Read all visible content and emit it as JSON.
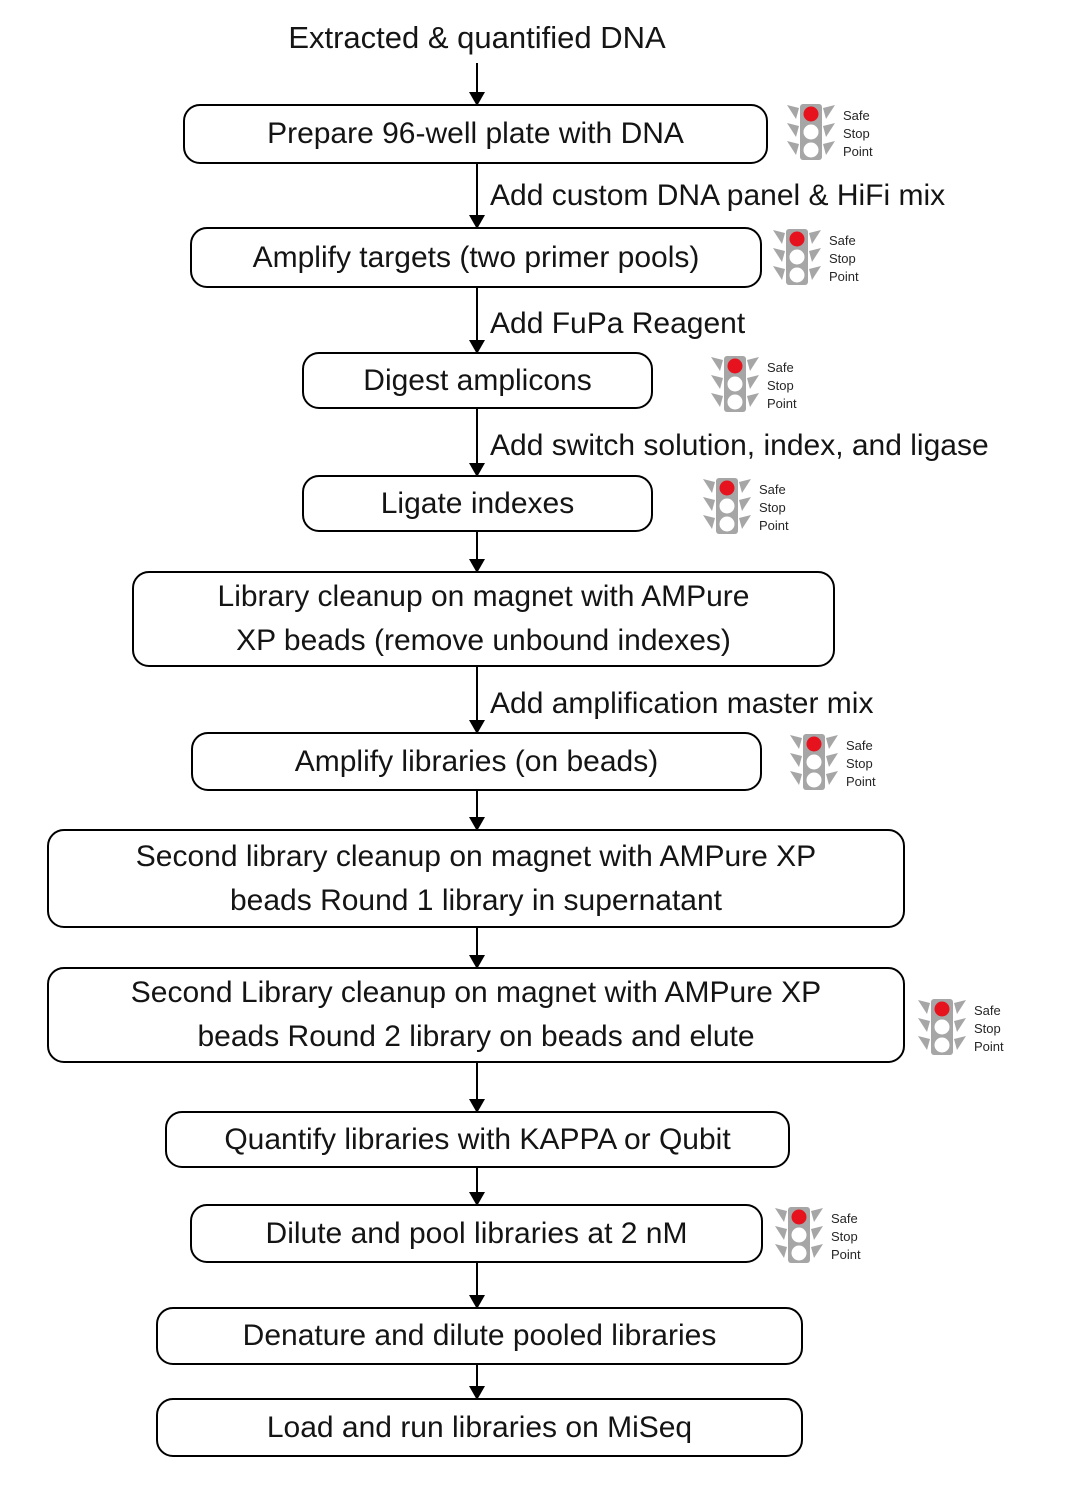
{
  "diagram": {
    "start": "Extracted & quantified DNA",
    "safe_stop": {
      "line1": "Safe",
      "line2": "Stop",
      "line3": "Point"
    },
    "colors": {
      "signal_red": "#e6131f",
      "signal_body_gray": "#a6a6a6",
      "box_border_black": "#000000"
    },
    "steps": [
      {
        "label": "Prepare 96-well plate with DNA",
        "safe_stop_point": true,
        "incoming_arrow_label": ""
      },
      {
        "label": "Amplify targets (two primer pools)",
        "safe_stop_point": true,
        "incoming_arrow_label": "Add custom DNA panel & HiFi mix"
      },
      {
        "label": "Digest amplicons",
        "safe_stop_point": true,
        "incoming_arrow_label": "Add FuPa Reagent"
      },
      {
        "label": "Ligate indexes",
        "safe_stop_point": true,
        "incoming_arrow_label": "Add switch solution, index, and ligase"
      },
      {
        "label": "Library cleanup on magnet with AMPure\nXP beads (remove unbound indexes)",
        "safe_stop_point": false,
        "incoming_arrow_label": ""
      },
      {
        "label": "Amplify libraries (on beads)",
        "safe_stop_point": true,
        "incoming_arrow_label": "Add amplification master mix"
      },
      {
        "label": "Second library cleanup on magnet with AMPure XP\nbeads Round 1 library in supernatant",
        "safe_stop_point": false,
        "incoming_arrow_label": ""
      },
      {
        "label": "Second Library cleanup on magnet with AMPure XP\nbeads Round 2 library on beads and elute",
        "safe_stop_point": true,
        "incoming_arrow_label": ""
      },
      {
        "label": "Quantify libraries with KAPPA or Qubit",
        "safe_stop_point": false,
        "incoming_arrow_label": ""
      },
      {
        "label": "Dilute and pool libraries at 2 nM",
        "safe_stop_point": true,
        "incoming_arrow_label": ""
      },
      {
        "label": "Denature and dilute pooled libraries",
        "safe_stop_point": false,
        "incoming_arrow_label": ""
      },
      {
        "label": "Load and run libraries on MiSeq",
        "safe_stop_point": false,
        "incoming_arrow_label": ""
      }
    ]
  }
}
